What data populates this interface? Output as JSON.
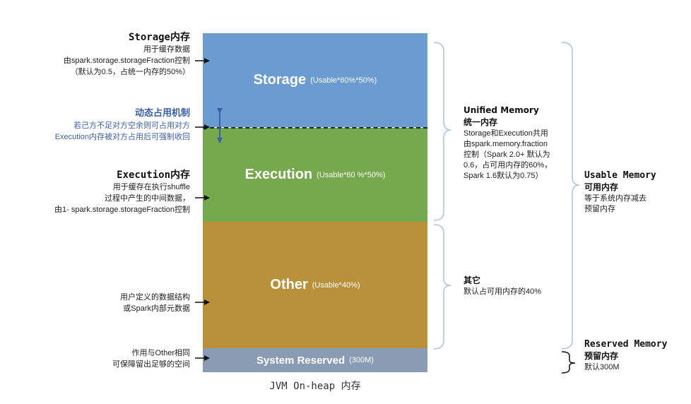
{
  "diagram": {
    "bottom_label": "JVM On-heap 内存",
    "blocks": {
      "storage": {
        "name": "Storage",
        "detail": "(Usable*60%*50%)"
      },
      "execution": {
        "name": "Execution",
        "detail": "(Usable*60 %*50%)"
      },
      "other": {
        "name": "Other",
        "detail": "(Usable*40%)"
      },
      "system": {
        "name": "System Reserved",
        "detail": "(300M)"
      }
    },
    "left_notes": {
      "storage": {
        "title": "Storage内存",
        "lines": [
          "用于缓存数据",
          "由spark.storage.storageFraction控制",
          "（默认为0.5，占统一内存的50%）"
        ]
      },
      "dynamic": {
        "title": "动态占用机制",
        "lines": [
          "若己方不足对方空余则可占用对方",
          "Execution内存被对方占用后可强制收回"
        ]
      },
      "execution": {
        "title": "Execution内存",
        "lines": [
          "用于缓存在执行shuffle",
          "过程中产生的中间数据，",
          "由1- spark.storage.storageFraction控制"
        ]
      },
      "other": {
        "lines": [
          "用户定义的数据结构",
          "或Spark内部元数据"
        ]
      },
      "system": {
        "lines": [
          "作用与Other相同",
          "可保障留出足够的空间"
        ]
      }
    },
    "right_notes": {
      "unified": {
        "title1": "Unified Memory",
        "title2": "统一内存",
        "lines": [
          "Storage和Execution共用",
          "由spark.memory.fraction",
          "控制（Spark 2.0+ 默认为",
          "0.6，占可用内存的60%，",
          "Spark 1.6默认为0.75）"
        ]
      },
      "other": {
        "title": "其它",
        "lines": [
          "默认占可用内存的40%"
        ]
      },
      "usable": {
        "title1": "Usable Memory",
        "title2": "可用内存",
        "lines": [
          "等于系统内存减去",
          "预留内存"
        ]
      },
      "reserved": {
        "title1": "Reserved Memory",
        "title2": "预留内存",
        "lines": [
          "默认300M"
        ]
      }
    },
    "colors": {
      "storage": "#6a9bd1",
      "execution": "#76a84d",
      "other": "#b8913a",
      "system": "#8a9cb4",
      "brace": "#a9c4e0",
      "dynamic_text": "#3c5ea8"
    }
  }
}
